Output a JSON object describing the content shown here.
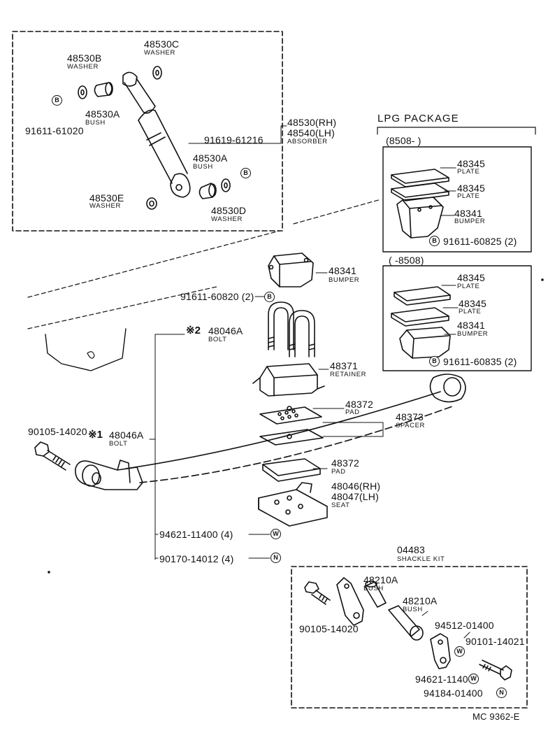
{
  "absorber_group": {
    "washer_c": {
      "number": "48530C",
      "name": "WASHER"
    },
    "washer_b": {
      "number": "48530B",
      "name": "WASHER"
    },
    "bush_top": {
      "number": "48530A",
      "name": "BUSH"
    },
    "bolt_b": {
      "symbol": "B",
      "number": "91611-61020"
    },
    "absorber": {
      "number_rh": "48530(RH)",
      "number_lh": "48540(LH)",
      "name": "ABSORBER"
    },
    "bolt_a": {
      "number": "91619-61216",
      "symbol": "B"
    },
    "bush_low": {
      "number": "48530A",
      "name": "BUSH"
    },
    "washer_e": {
      "number": "48530E",
      "name": "WASHER"
    },
    "washer_d": {
      "number": "48530D",
      "name": "WASHER"
    }
  },
  "lpg_package": {
    "title": "LPG PACKAGE",
    "late": {
      "range": "(8508-        )",
      "plate_1": {
        "number": "48345",
        "name": "PLATE"
      },
      "plate_2": {
        "number": "48345",
        "name": "PLATE"
      },
      "bumper": {
        "number": "48341",
        "name": "BUMPER"
      },
      "bolt": {
        "symbol": "B",
        "number": "91611-60825 (2)"
      }
    },
    "early": {
      "range": "(        -8508)",
      "plate_1": {
        "number": "48345",
        "name": "PLATE"
      },
      "plate_2": {
        "number": "48345",
        "name": "PLATE"
      },
      "bumper": {
        "number": "48341",
        "name": "BUMPER"
      },
      "bolt": {
        "symbol": "B",
        "number": "91611-60835 (2)"
      }
    }
  },
  "main_group": {
    "bumper": {
      "number": "48341",
      "name": "BUMPER"
    },
    "bumper_bolt": {
      "number": "91611-60820 (2)",
      "symbol": "B"
    },
    "u_bolt": {
      "mark": "※2",
      "number": "48046A",
      "name": "BOLT"
    },
    "retainer": {
      "number": "48371",
      "name": "RETAINER"
    },
    "pad_upper": {
      "number": "48372",
      "name": "PAD"
    },
    "spacer": {
      "number": "48373",
      "name": "SPACER"
    },
    "front_bolt": {
      "number": "90105-14020"
    },
    "front_bush": {
      "mark": "※1",
      "number": "48046A",
      "name": "BOLT"
    },
    "pad_lower": {
      "number": "48372",
      "name": "PAD"
    },
    "seat": {
      "number_rh": "48046(RH)",
      "number_lh": "48047(LH)",
      "name": "SEAT"
    },
    "washer": {
      "number": "94621-11400 (4)",
      "symbol": "W"
    },
    "nut": {
      "number": "90170-14012 (4)",
      "symbol": "N"
    }
  },
  "shackle_group": {
    "kit": {
      "number": "04483",
      "name": "SHACKLE KIT"
    },
    "bush_1": {
      "number": "48210A",
      "name": "BUSH"
    },
    "bush_2": {
      "number": "48210A",
      "name": "BUSH"
    },
    "bolt": {
      "number": "90105-14020"
    },
    "washer_a": {
      "number": "94512-01400",
      "symbol": "W"
    },
    "bolt_b": {
      "number": "90101-14021"
    },
    "washer_b": {
      "number": "94621-11400",
      "symbol": "W"
    },
    "nut": {
      "number": "94184-01400",
      "symbol": "N"
    }
  },
  "footer": {
    "code": "MC  9362-E"
  }
}
